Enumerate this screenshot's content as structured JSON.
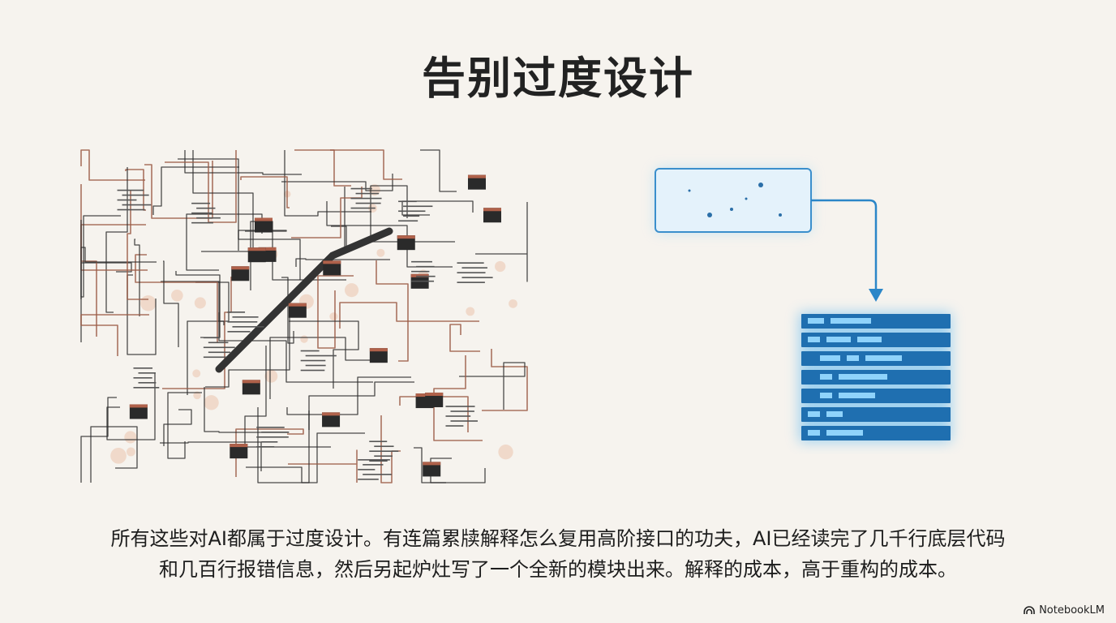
{
  "slide": {
    "title": "告别过度设计",
    "caption_line1": "所有这些对AI都属于过度设计。有连篇累牍解释怎么复用高阶接口的功夫，AI已经读完了几千行底层代码",
    "caption_line2": "和几百行报错信息，然后另起炉灶写了一个全新的模块出来。解释的成本，高于重构的成本。"
  },
  "branding": {
    "logo_text": "NotebookLM",
    "icon": "notebooklm-icon"
  },
  "colors": {
    "background": "#f6f3ee",
    "tangle_dark": "#2c2c2c",
    "tangle_rust": "#9a5a45",
    "accent_blue": "#2b86c8",
    "bar_blue": "#1f6fb0"
  }
}
